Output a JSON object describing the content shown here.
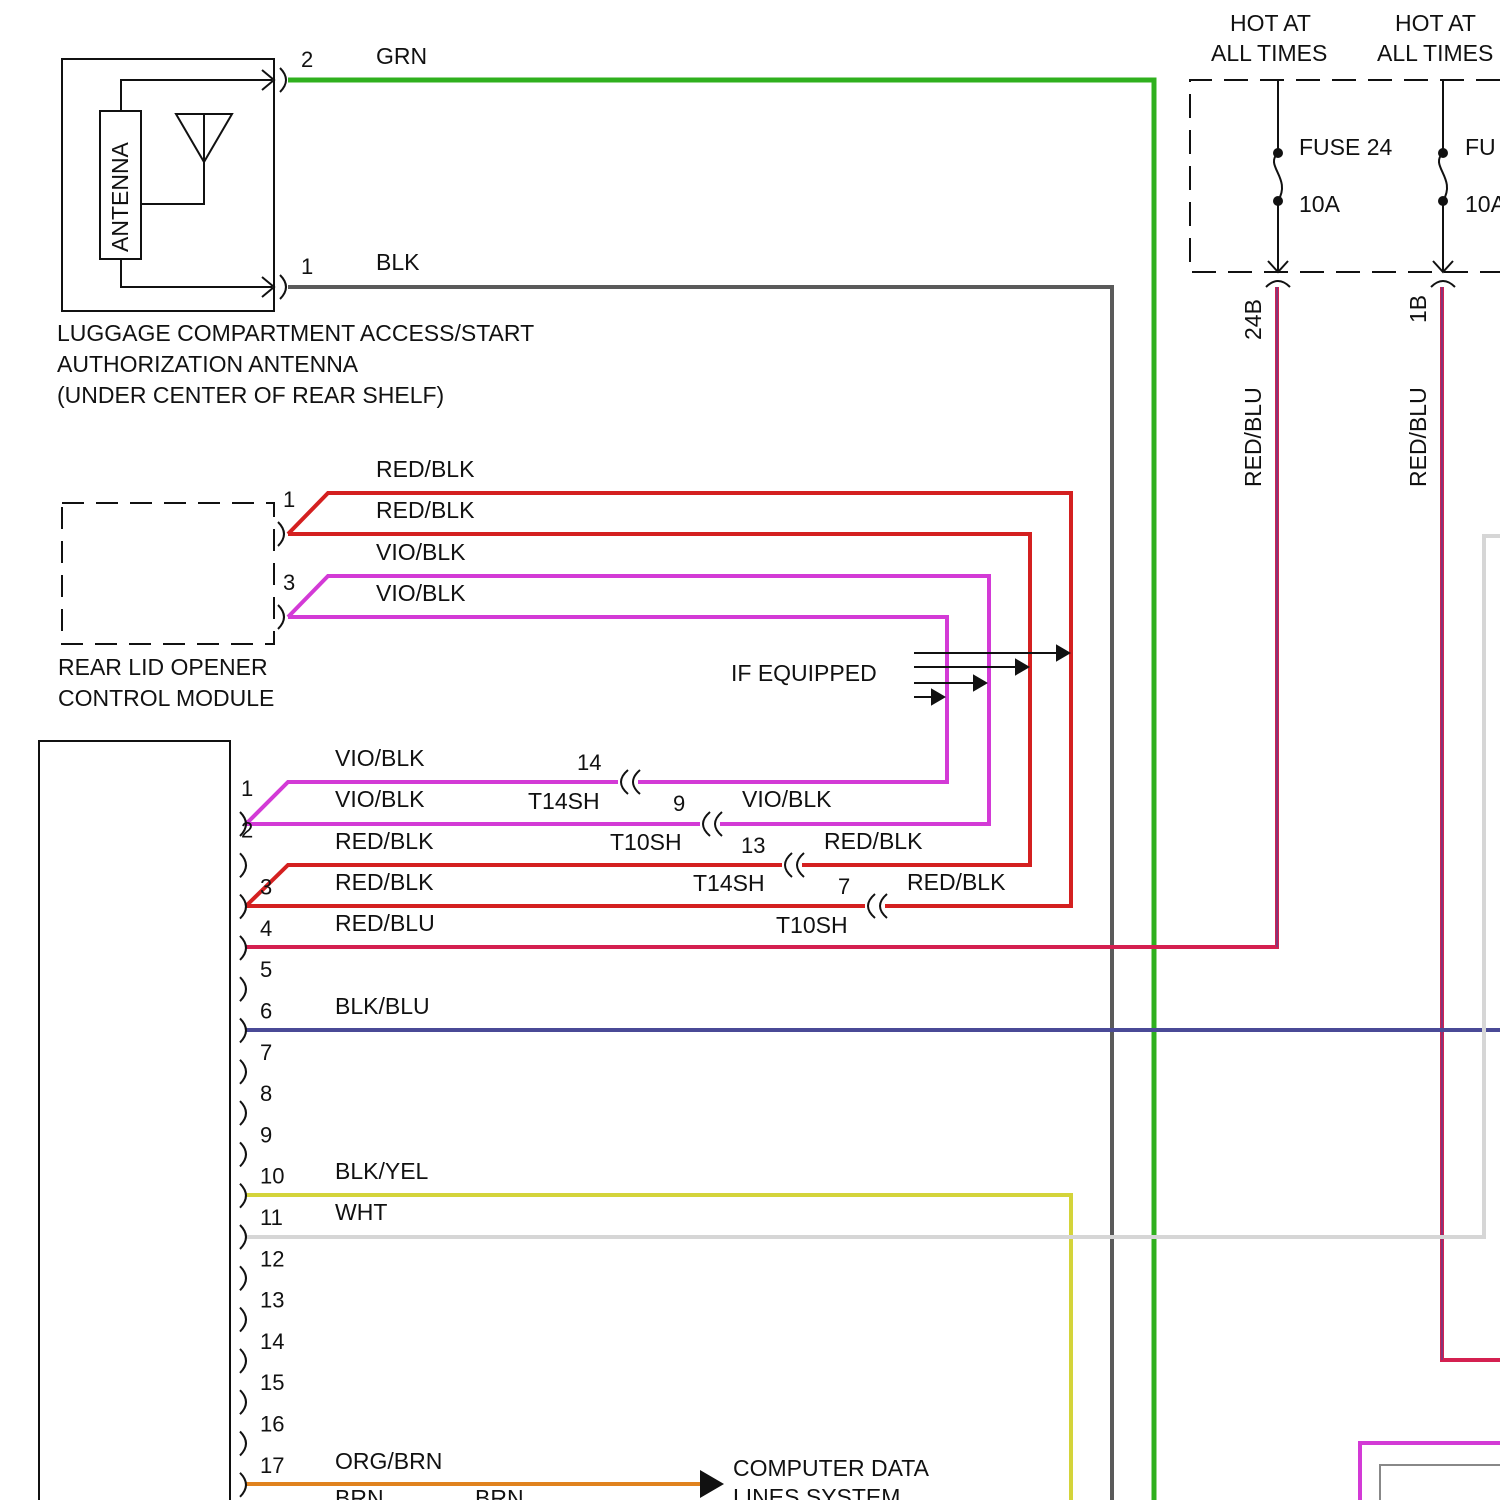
{
  "antenna_module": {
    "inner_label": "ANTENNA",
    "caption_lines": [
      "LUGGAGE COMPARTMENT ACCESS/START",
      "AUTHORIZATION ANTENNA",
      "(UNDER CENTER OF REAR SHELF)"
    ],
    "pins": {
      "grn": "2",
      "blk": "1"
    },
    "wires": {
      "grn": "GRN",
      "blk": "BLK"
    }
  },
  "rear_lid_module": {
    "caption_lines": [
      "REAR LID OPENER",
      "CONTROL MODULE"
    ],
    "pins": {
      "a": "1",
      "b": "3"
    },
    "wires": [
      "RED/BLK",
      "RED/BLK",
      "VIO/BLK",
      "VIO/BLK"
    ]
  },
  "if_equipped": "IF EQUIPPED",
  "fuse_box": {
    "hot_labels": [
      [
        "HOT AT",
        "ALL TIMES"
      ],
      [
        "HOT AT",
        "ALL TIMES"
      ]
    ],
    "fuses": [
      {
        "name": "FUSE 24",
        "rating": "10A",
        "terminal": "24B",
        "wire": "RED/BLU"
      },
      {
        "name": "FU",
        "rating": "10A",
        "terminal": "1B",
        "wire": "RED/BLU"
      }
    ]
  },
  "main_module": {
    "pins": [
      "1",
      "2",
      "3",
      "4",
      "5",
      "6",
      "7",
      "8",
      "9",
      "10",
      "11",
      "12",
      "13",
      "14",
      "15",
      "16",
      "17"
    ],
    "pin_wires": {
      "p1a": "VIO/BLK",
      "p1b": "VIO/BLK",
      "p2a": "RED/BLK",
      "p2b": "RED/BLK",
      "p3": "RED/BLU",
      "p5": "BLK/BLU",
      "p9": "BLK/YEL",
      "p10": "WHT",
      "p16": "ORG/BRN",
      "p17a": "BRN",
      "p17b": "BRN"
    }
  },
  "inline_connectors": [
    {
      "pin": "14",
      "name": "T14SH",
      "wire": "VIO/BLK"
    },
    {
      "pin": "9",
      "name": "T10SH",
      "wire": "VIO/BLK"
    },
    {
      "pin": "13",
      "name": "T14SH",
      "wire": "RED/BLK"
    },
    {
      "pin": "7",
      "name": "T10SH",
      "wire": "RED/BLK"
    }
  ],
  "computer_data": [
    "COMPUTER DATA",
    "LINES SYSTEM"
  ],
  "colors": {
    "grn": "#2fb01e",
    "blk": "#5a5a5a",
    "red": "#d42020",
    "vio": "#d33ad6",
    "red_blu": "#d42050",
    "blk_blu": "#4a4a96",
    "blk_yel": "#d4d43a",
    "wht": "#d6d6d6",
    "org_brn": "#e0821e"
  }
}
